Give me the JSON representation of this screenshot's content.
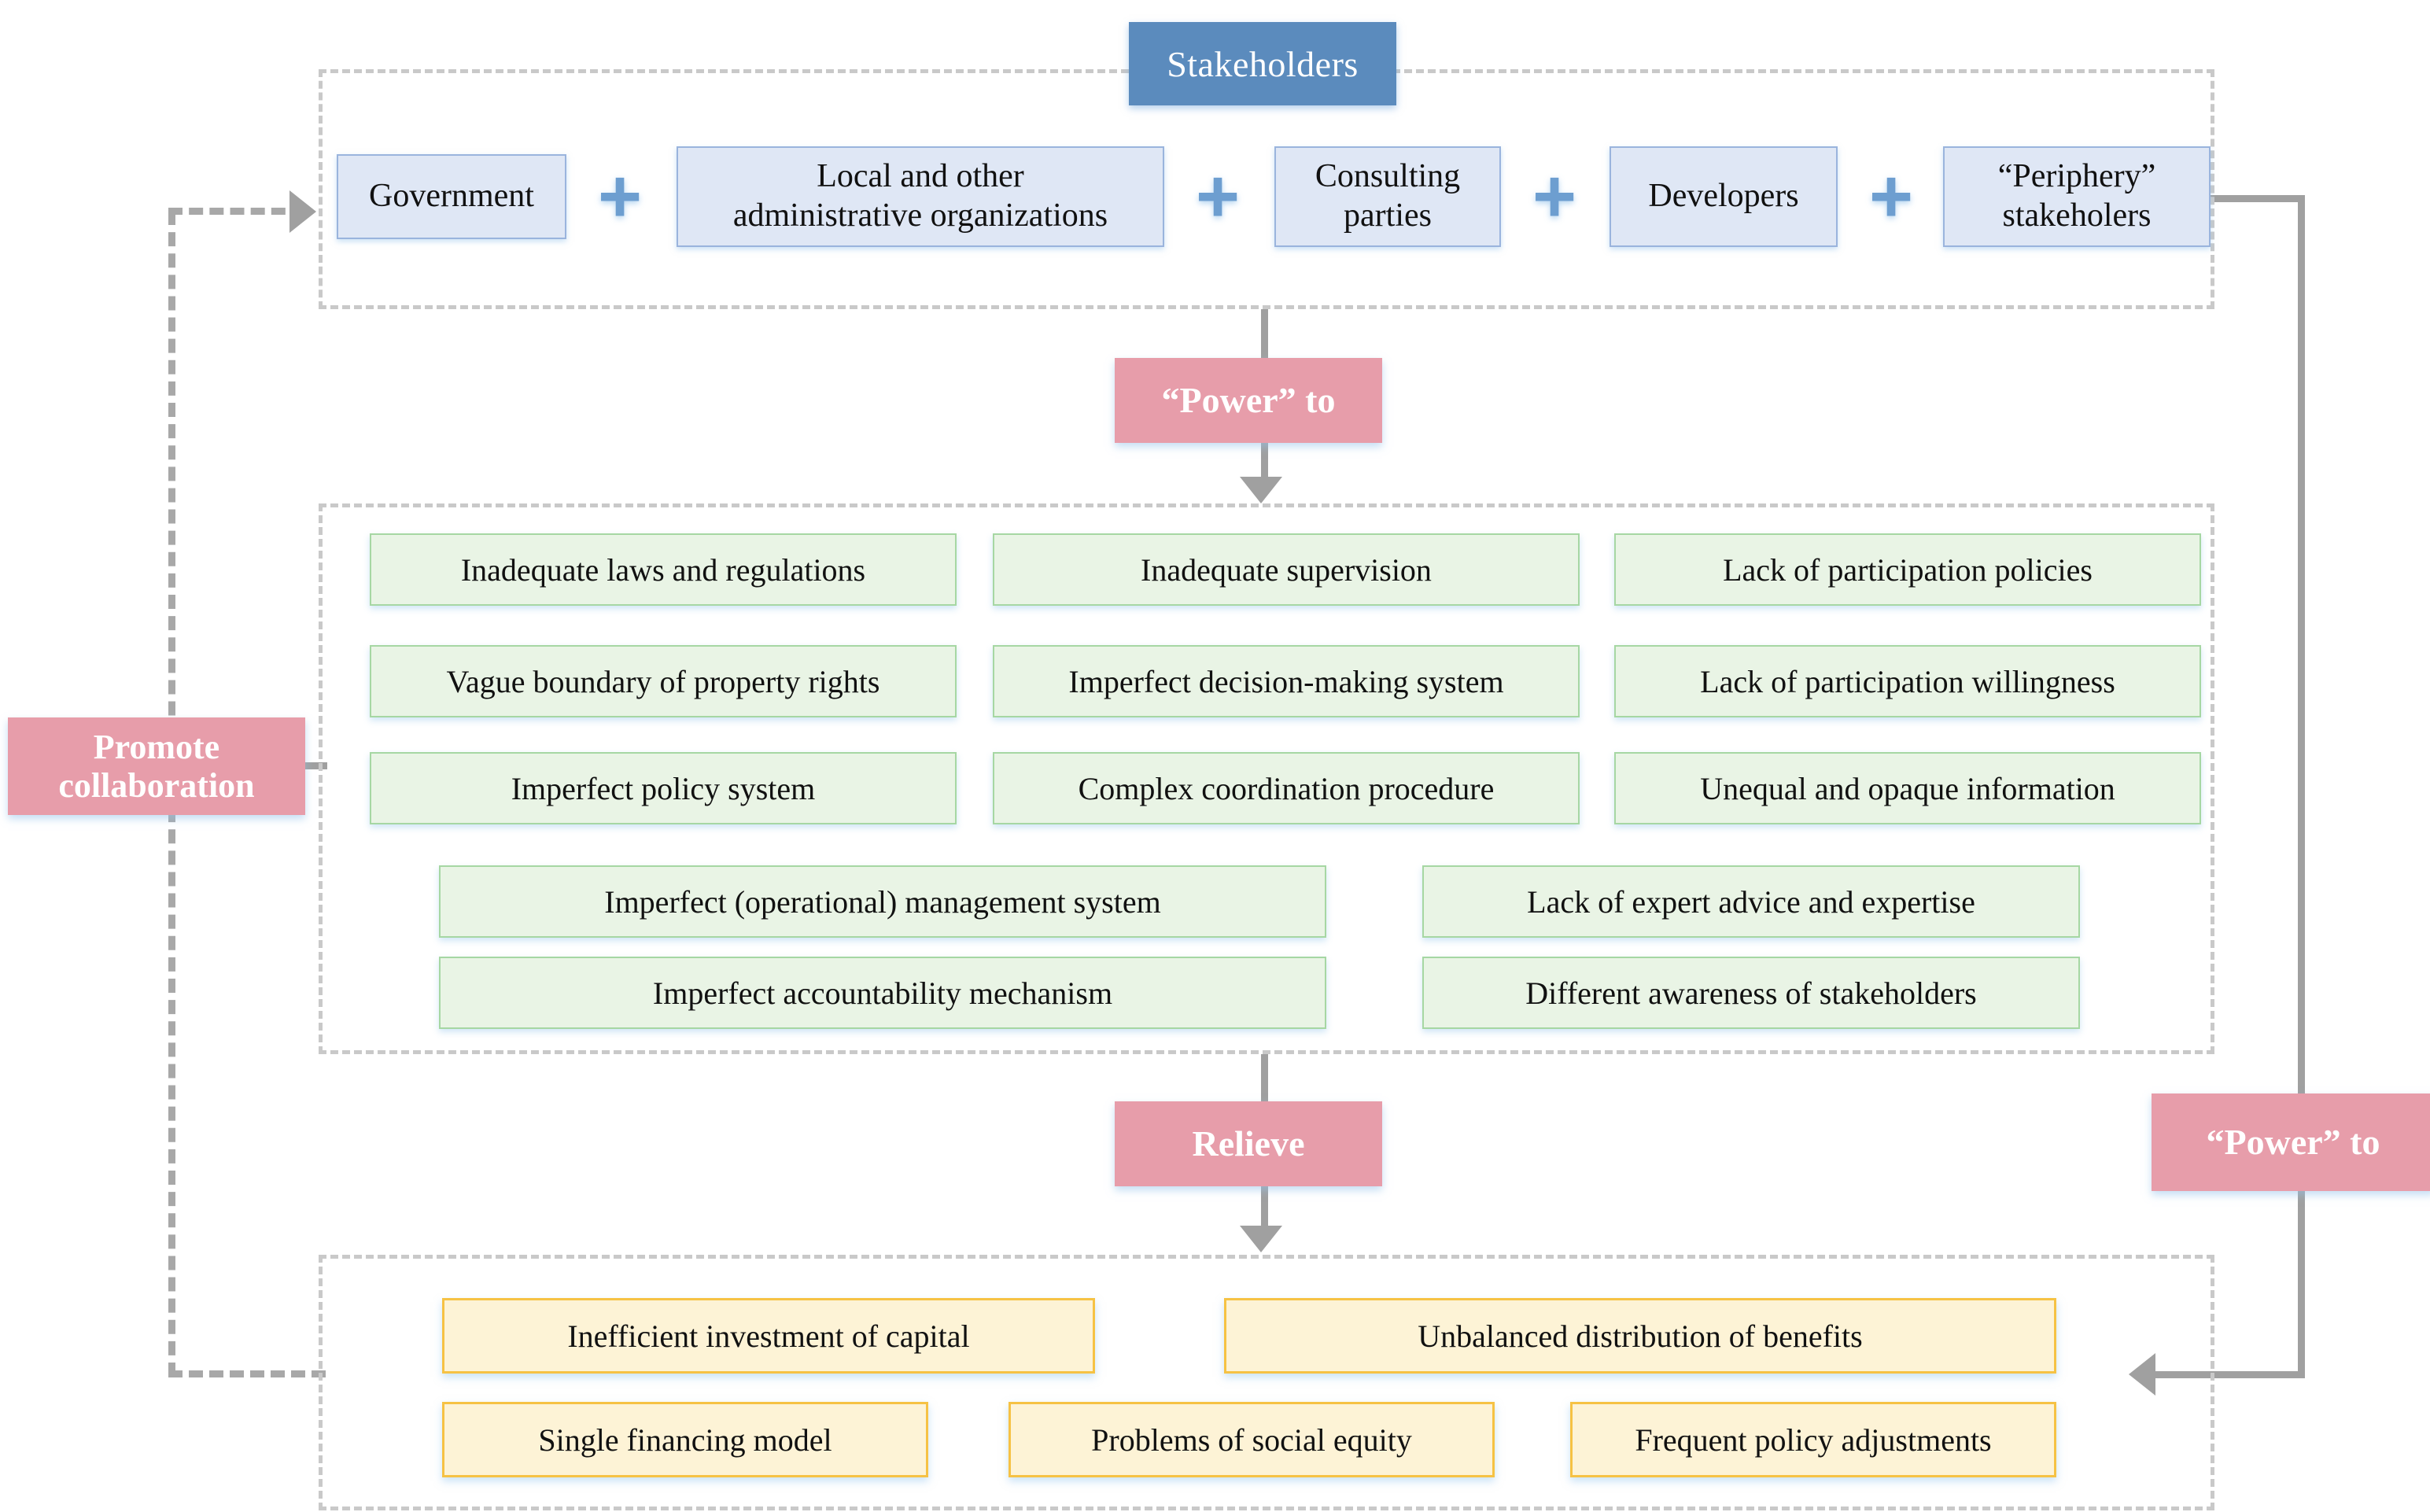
{
  "diagram": {
    "title": "Stakeholders",
    "sections": {
      "stakeholders": {
        "label": "Stakeholders"
      },
      "problems": {
        "label": ""
      },
      "consequences": {
        "label": ""
      }
    }
  },
  "stakeholders": {
    "title": "Stakeholders",
    "separator": "+",
    "items": [
      {
        "label": "Government"
      },
      {
        "label": "Local and other\nadministrative organizations"
      },
      {
        "label": "Consulting\nparties"
      },
      {
        "label": "Developers"
      },
      {
        "label": "“Periphery”\nstakeholers"
      }
    ]
  },
  "connectors": {
    "power_to_top": "“Power”  to",
    "power_to_right": "“Power”  to",
    "relieve": "Relieve",
    "promote_collaboration": "Promote\ncollaboration"
  },
  "problems": {
    "grid_rows": [
      [
        {
          "label": "Inadequate laws and regulations"
        },
        {
          "label": "Inadequate supervision"
        },
        {
          "label": "Lack of participation policies"
        }
      ],
      [
        {
          "label": "Vague boundary of property rights"
        },
        {
          "label": "Imperfect decision-making system"
        },
        {
          "label": "Lack of participation willingness"
        }
      ],
      [
        {
          "label": "Imperfect policy system"
        },
        {
          "label": "Complex coordination procedure"
        },
        {
          "label": "Unequal and opaque information"
        }
      ]
    ],
    "wide_rows": [
      [
        {
          "label": "Imperfect (operational) management system"
        },
        {
          "label": "Lack of expert advice and expertise"
        }
      ],
      [
        {
          "label": "Imperfect accountability mechanism"
        },
        {
          "label": "Different awareness of  stakeholders"
        }
      ]
    ]
  },
  "consequences": {
    "rows": [
      [
        {
          "label": "Inefficient investment of capital"
        },
        {
          "label": "Unbalanced distribution of benefits"
        }
      ],
      [
        {
          "label": "Single financing model"
        },
        {
          "label": "Problems of social equity"
        },
        {
          "label": "Frequent policy adjustments"
        }
      ]
    ]
  },
  "colors": {
    "stakeholder_fill": "#dfe7f5",
    "stakeholder_border": "#9ab4dd",
    "title_chip": "#5b8bbd",
    "pink_chip": "#e79daa",
    "problem_fill": "#e9f4e5",
    "problem_border": "#a6d7a3",
    "consequence_fill": "#fdf3d6",
    "consequence_border": "#f6c244",
    "connector": "#a0a0a0",
    "dashed_container": "#c9c9c9",
    "plus_sign": "#6d9ed0"
  }
}
